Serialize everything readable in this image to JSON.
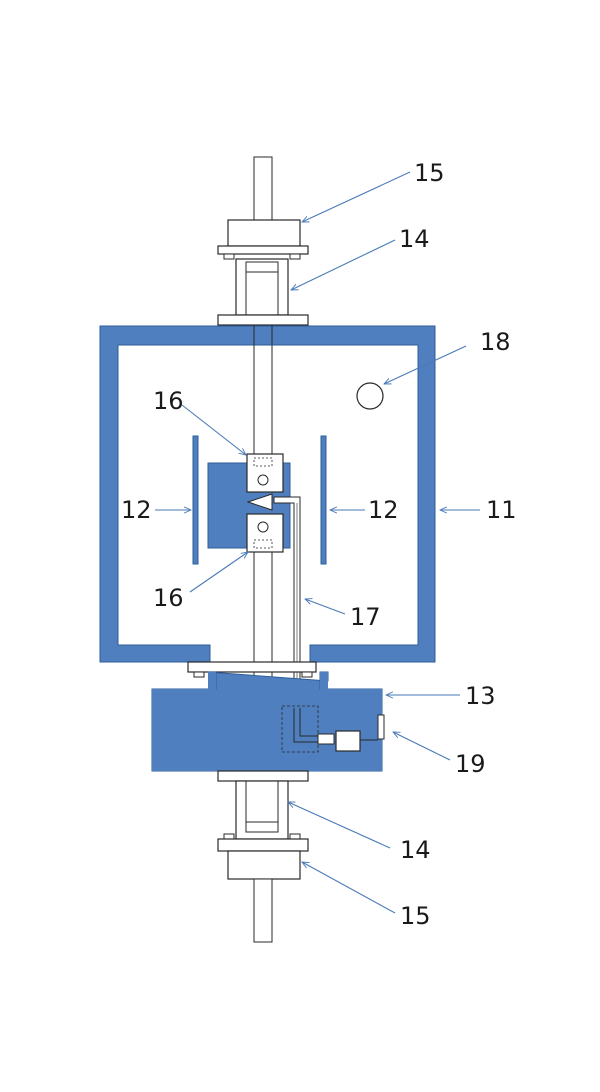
{
  "colors": {
    "wall_fill": "#4f7fbf",
    "wall_stroke": "#2e5d99",
    "outline": "#2a2a2a",
    "background": "#ffffff",
    "leader": "#4a7ab8",
    "label": "#1a1a1a"
  },
  "labels": {
    "l15_top": "15",
    "l14_top": "14",
    "l18": "18",
    "l16_top": "16",
    "l12_left": "12",
    "l12_right": "12",
    "l11": "11",
    "l16_bottom": "16",
    "l17": "17",
    "l13": "13",
    "l19": "19",
    "l14_bottom": "14",
    "l15_bottom": "15"
  }
}
